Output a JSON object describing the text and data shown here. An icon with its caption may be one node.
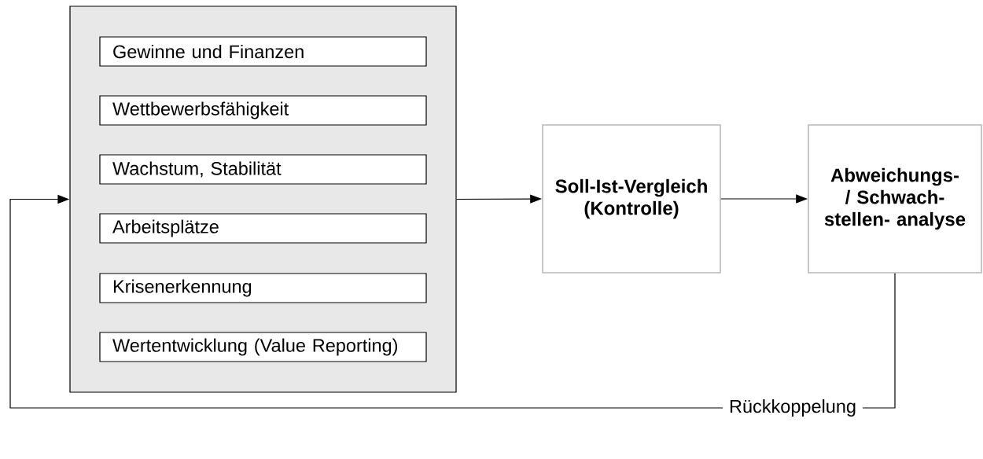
{
  "diagram": {
    "nodes": [
      {
        "text": [],
        "shape": "box"
      },
      {
        "text": [
          "Gewinne und Finanzen"
        ],
        "in": 0
      },
      {
        "text": [
          "Wettbewerbsfähigkeit"
        ],
        "in": 0
      },
      {
        "text": [
          "Wachstum, Stabilität"
        ],
        "in": 0
      },
      {
        "text": [
          "Arbeitsplätze"
        ],
        "in": 0
      },
      {
        "text": [
          "Krisenerkennung"
        ],
        "in": 0
      },
      {
        "text": [
          "Wertentwicklung (Value Reporting)"
        ],
        "in": 0
      },
      {
        "text": [
          "Soll-Ist-Vergleich (Kontrolle)"
        ]
      },
      {
        "text": [
          "Abweichungs-/ Schwach- stellen- analyse"
        ]
      }
    ],
    "edges": [
      {
        "from": 0,
        "to": 7,
        "arrow": "to"
      },
      {
        "from": 7,
        "to": 8,
        "arrow": "to"
      },
      {
        "from": 8,
        "to": 0,
        "arrow": "to",
        "label": "Rückkoppelung"
      }
    ]
  }
}
